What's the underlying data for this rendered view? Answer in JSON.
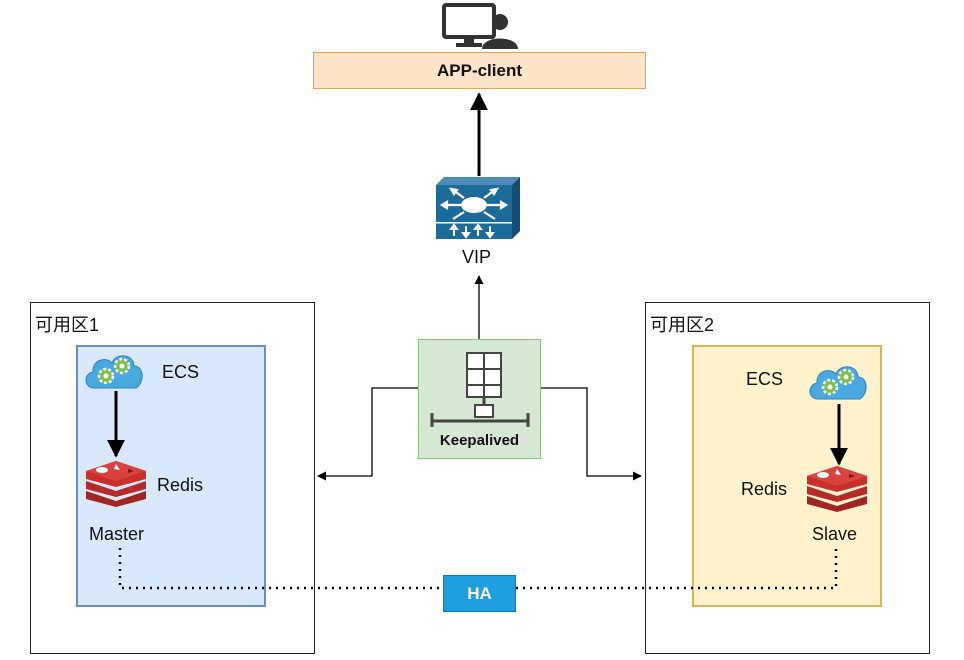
{
  "client": {
    "label": "APP-client"
  },
  "vip": {
    "label": "VIP"
  },
  "keepalived": {
    "label": "Keepalived"
  },
  "ha": {
    "label": "HA"
  },
  "zones": [
    {
      "title": "可用区1",
      "ecs_label": "ECS",
      "redis_label": "Redis",
      "role_label": "Master",
      "fill": "#dae8fc",
      "border": "#6c8ebf"
    },
    {
      "title": "可用区2",
      "ecs_label": "ECS",
      "redis_label": "Redis",
      "role_label": "Slave",
      "fill": "#fff2cc",
      "border": "#d6b656"
    }
  ],
  "colors": {
    "client_fill": "#fde3c8",
    "client_border": "#e8a545",
    "router": "#1b6b9b",
    "ha_fill": "#1e9fe0",
    "redis_red": "#c9302c",
    "cloud_blue": "#4aa8e0"
  }
}
